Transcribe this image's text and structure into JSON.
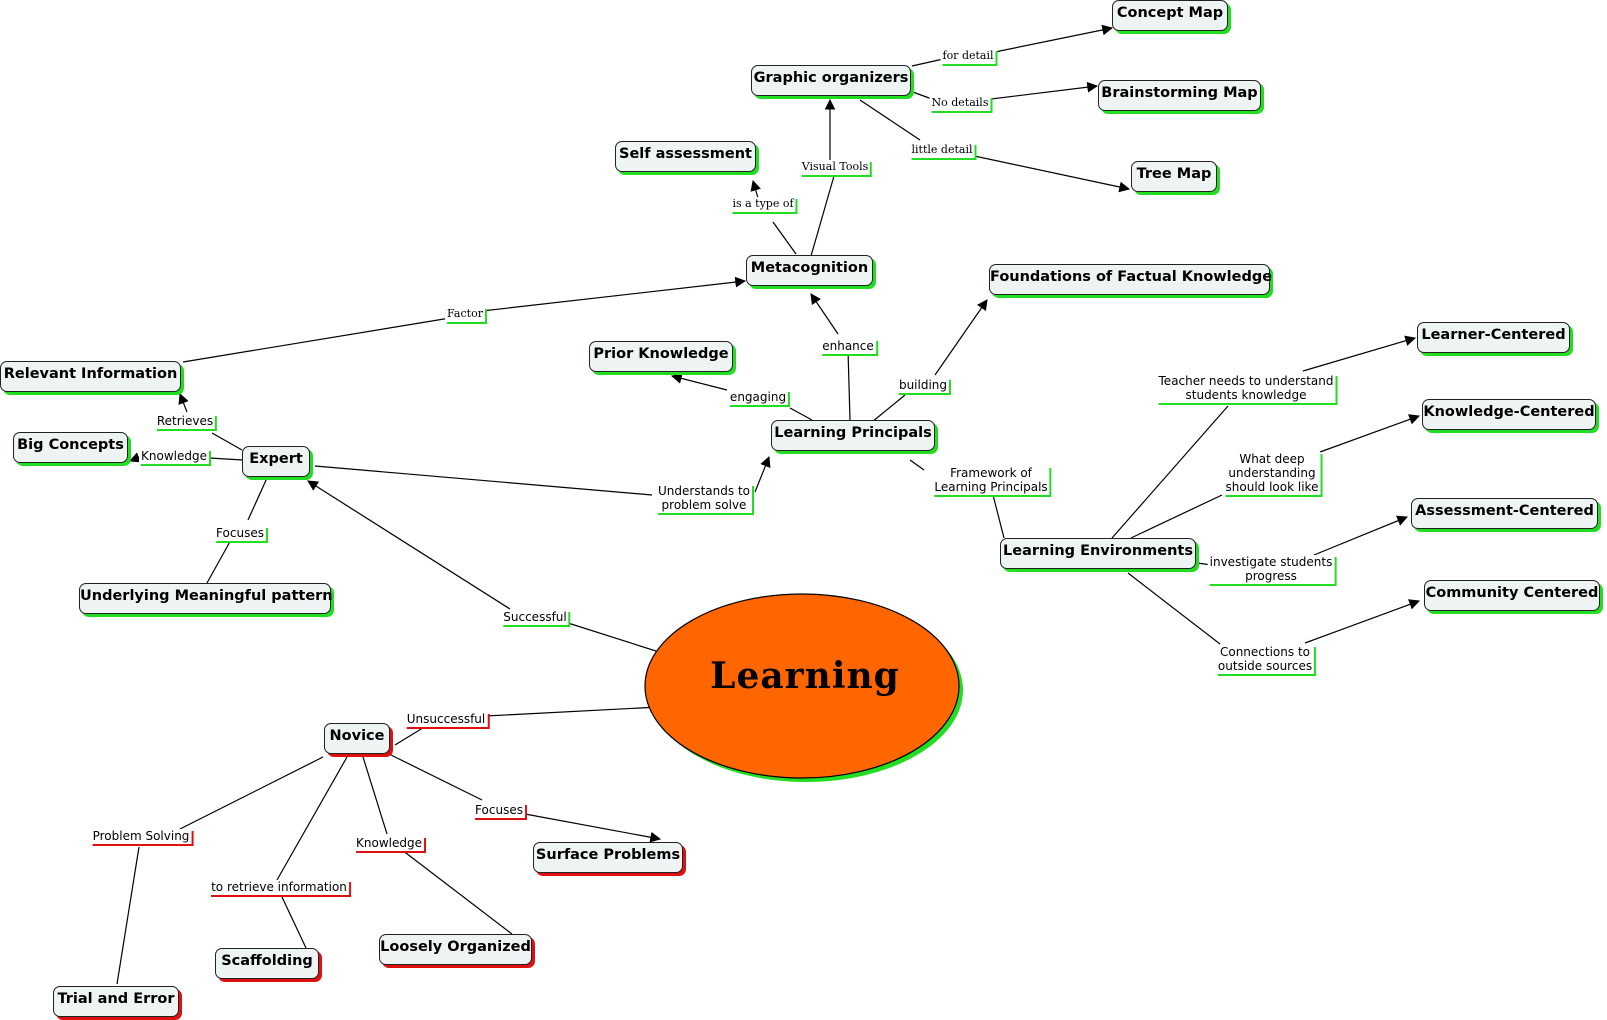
{
  "center": {
    "label": "Learning",
    "fill": "#ff6600",
    "shadow": "#22dd22"
  },
  "nodes": [
    {
      "id": "concept-map",
      "label": "Concept Map"
    },
    {
      "id": "graphic-organizers",
      "label": "Graphic organizers"
    },
    {
      "id": "brainstorming-map",
      "label": "Brainstorming Map"
    },
    {
      "id": "self-assessment",
      "label": "Self assessment"
    },
    {
      "id": "tree-map",
      "label": "Tree Map"
    },
    {
      "id": "metacognition",
      "label": "Metacognition"
    },
    {
      "id": "foundations",
      "label": "Foundations of Factual Knowledge"
    },
    {
      "id": "learner-centered",
      "label": "Learner-Centered"
    },
    {
      "id": "prior-knowledge",
      "label": "Prior Knowledge"
    },
    {
      "id": "relevant-information",
      "label": "Relevant Information"
    },
    {
      "id": "knowledge-centered",
      "label": "Knowledge-Centered"
    },
    {
      "id": "learning-principals",
      "label": "Learning Principals"
    },
    {
      "id": "big-concepts",
      "label": "Big Concepts"
    },
    {
      "id": "expert",
      "label": "Expert"
    },
    {
      "id": "assessment-centered",
      "label": "Assessment-Centered"
    },
    {
      "id": "learning-environments",
      "label": "Learning Environments"
    },
    {
      "id": "underlying-pattern",
      "label": "Underlying Meaningful pattern"
    },
    {
      "id": "community-centered",
      "label": "Community Centered"
    },
    {
      "id": "novice",
      "label": "Novice"
    },
    {
      "id": "surface-problems",
      "label": "Surface Problems"
    },
    {
      "id": "loosely-organized",
      "label": "Loosely Organized"
    },
    {
      "id": "scaffolding",
      "label": "Scaffolding"
    },
    {
      "id": "trial-and-error",
      "label": "Trial and Error"
    }
  ],
  "link_labels": [
    {
      "id": "for-detail",
      "text": "for detail"
    },
    {
      "id": "no-details",
      "text": "No details"
    },
    {
      "id": "little-detail",
      "text": "little detail"
    },
    {
      "id": "visual-tools",
      "text": "Visual Tools"
    },
    {
      "id": "is-a-type-of",
      "text": "is a type of"
    },
    {
      "id": "factor",
      "text": "Factor"
    },
    {
      "id": "enhance",
      "text": "enhance"
    },
    {
      "id": "building",
      "text": "building"
    },
    {
      "id": "engaging",
      "text": "engaging"
    },
    {
      "id": "retrieves",
      "text": "Retrieves"
    },
    {
      "id": "knowledge-expert",
      "text": "Knowledge"
    },
    {
      "id": "teacher-needs",
      "text": "Teacher needs to understand\nstudents knowledge"
    },
    {
      "id": "what-deep",
      "text": "What deep\nunderstanding\nshould look like"
    },
    {
      "id": "framework",
      "text": "Framework of\nLearning Principals"
    },
    {
      "id": "understands",
      "text": "Understands to\nproblem solve"
    },
    {
      "id": "focuses-expert",
      "text": "Focuses"
    },
    {
      "id": "investigate",
      "text": "investigate students\nprogress"
    },
    {
      "id": "successful",
      "text": "Successful"
    },
    {
      "id": "connections",
      "text": "Connections to\noutside sources"
    },
    {
      "id": "unsuccessful",
      "text": "Unsuccessful"
    },
    {
      "id": "focuses-novice",
      "text": "Focuses"
    },
    {
      "id": "problem-solving",
      "text": "Problem Solving"
    },
    {
      "id": "knowledge-novice",
      "text": "Knowledge"
    },
    {
      "id": "to-retrieve",
      "text": "to retrieve information"
    }
  ],
  "colors": {
    "positive": "#22dd22",
    "negative": "#dd1111",
    "node_fill": "#eef3f3"
  }
}
